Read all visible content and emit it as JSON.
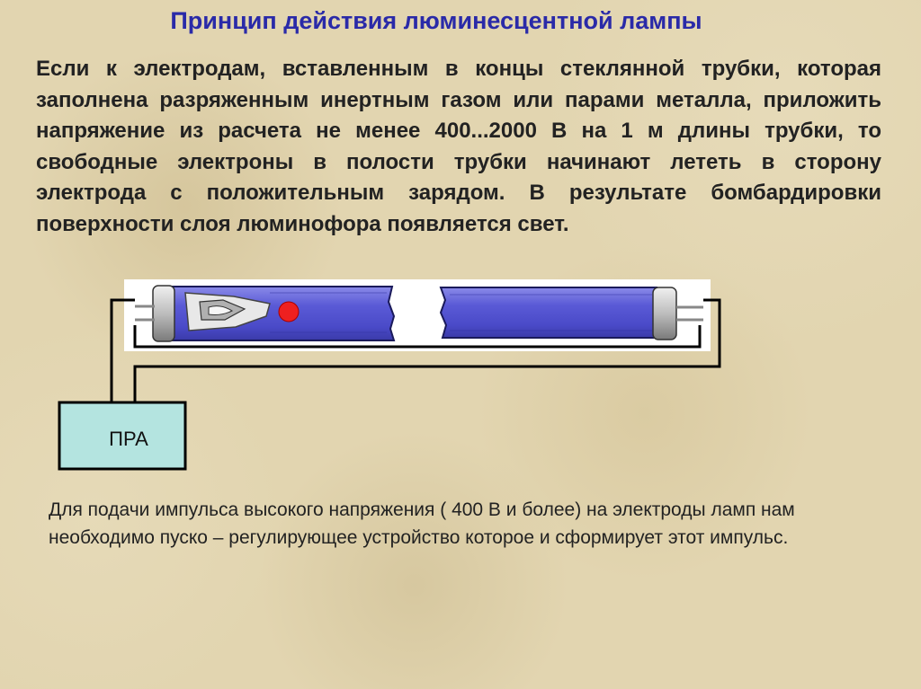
{
  "title": "Принцип действия люминесцентной лампы",
  "paragraph": "Если к электродам, вставленным в концы стеклянной трубки, которая заполнена разряженным инертным газом или парами металла, приложить напряжение из расчета не менее 400...2000 В на 1 м длины трубки, то свободные электроны в полости трубки начинают лететь в сторону электрода с положительным зарядом. В результате бомбардировки поверхности слоя люминофора появляется свет.",
  "diagram": {
    "device_label": "ПРА",
    "colors": {
      "tube": "#5a5ad6",
      "device_box": "#b4e4e0",
      "electron": "#ee2020",
      "wire": "#000000"
    }
  },
  "note": "Для подачи  импульса высокого напряжения ( 400 В и более) на электроды ламп нам необходимо пуско – регулирующее устройство которое и сформирует этот импульс."
}
